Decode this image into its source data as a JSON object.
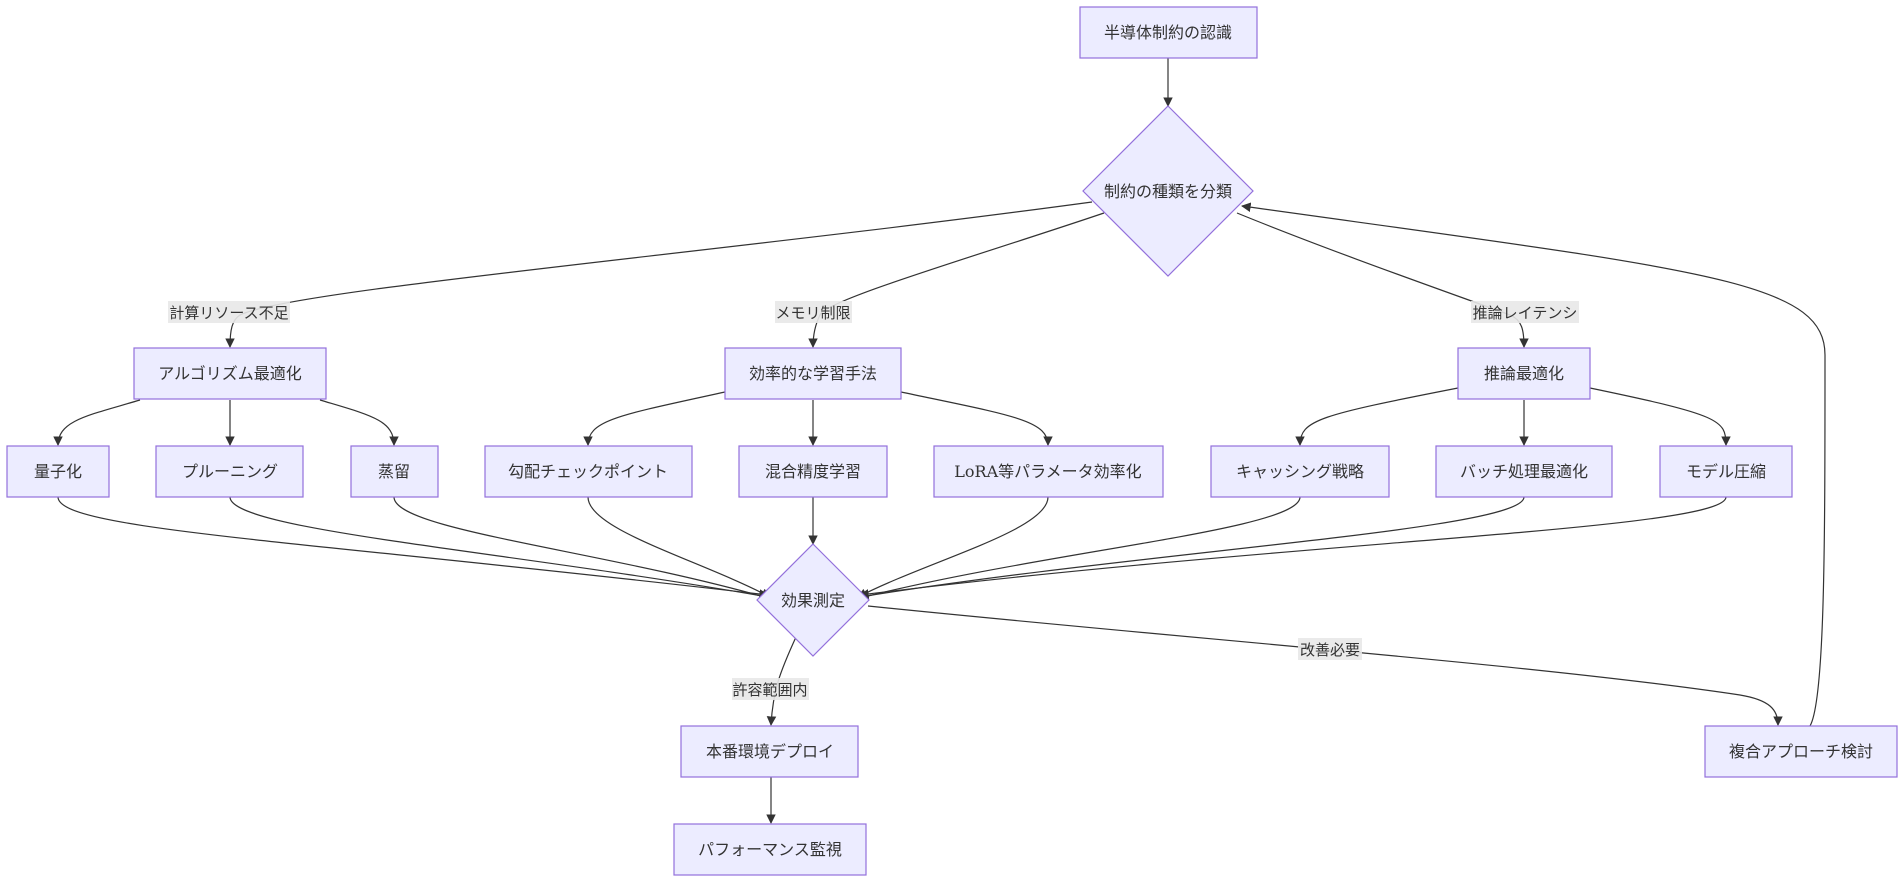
{
  "nodes": {
    "start": "半導体制約の認識",
    "classify": "制約の種類を分類",
    "algo": "アルゴリズム最適化",
    "train": "効率的な学習手法",
    "infer": "推論最適化",
    "quant": "量子化",
    "prune": "プルーニング",
    "distill": "蒸留",
    "gradckpt": "勾配チェックポイント",
    "mixed": "混合精度学習",
    "lora": "LoRA等パラメータ効率化",
    "cache": "キャッシング戦略",
    "batch": "バッチ処理最適化",
    "compress": "モデル圧縮",
    "measure": "効果測定",
    "deploy": "本番環境デプロイ",
    "monitor": "パフォーマンス監視",
    "hybrid": "複合アプローチ検討"
  },
  "edge_labels": {
    "compute": "計算リソース不足",
    "memory": "メモリ制限",
    "latency": "推論レイテンシ",
    "acceptable": "許容範囲内",
    "improve": "改善必要"
  }
}
